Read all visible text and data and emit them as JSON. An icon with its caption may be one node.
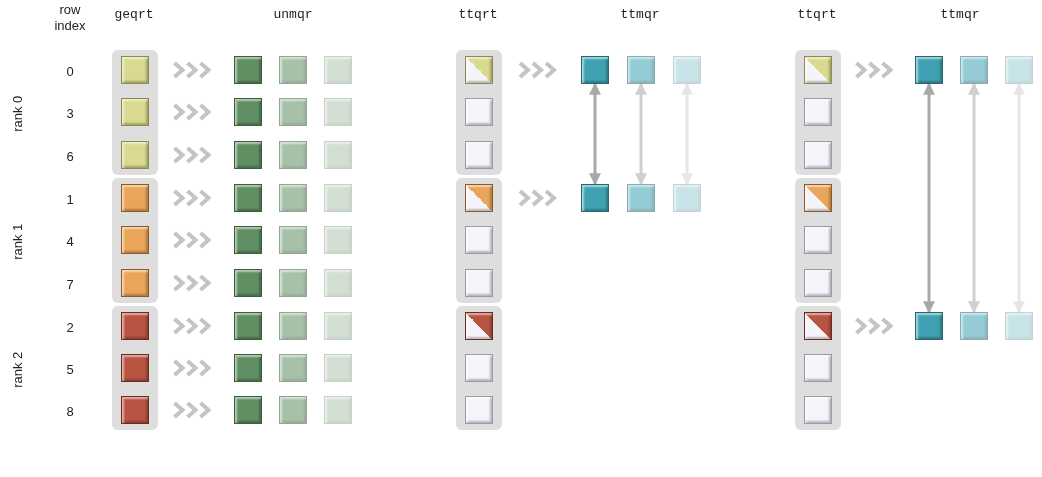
{
  "diagram": {
    "nodes": [
      {
        "text": [],
        "shape": "box"
      },
      {
        "text": [],
        "shape": "box",
        "in": 0
      },
      {
        "text": [],
        "shape": "box",
        "in": 0
      },
      {
        "text": [],
        "shape": "box",
        "in": 0
      },
      {
        "text": [],
        "shape": "box"
      },
      {
        "text": [],
        "shape": "box",
        "in": 4
      },
      {
        "text": [],
        "shape": "box",
        "in": 4
      },
      {
        "text": [],
        "shape": "box",
        "in": 4
      },
      {
        "text": [],
        "shape": "box"
      },
      {
        "text": [],
        "shape": "box",
        "in": 8
      },
      {
        "text": [],
        "shape": "box",
        "in": 8
      },
      {
        "text": [],
        "shape": "box",
        "in": 8
      },
      {
        "text": [],
        "shape": "box"
      },
      {
        "text": [],
        "shape": "box"
      },
      {
        "text": [],
        "shape": "box"
      },
      {
        "text": [],
        "shape": "box"
      },
      {
        "text": [],
        "shape": "box"
      },
      {
        "text": [],
        "shape": "box"
      },
      {
        "text": [],
        "shape": "box"
      },
      {
        "text": [],
        "shape": "box"
      },
      {
        "text": [],
        "shape": "box"
      },
      {
        "text": [],
        "shape": "box"
      },
      {
        "text": [],
        "shape": "box"
      },
      {
        "text": [],
        "shape": "box"
      },
      {
        "text": [],
        "shape": "box"
      },
      {
        "text": [],
        "shape": "box"
      },
      {
        "text": [],
        "shape": "box"
      },
      {
        "text": [],
        "shape": "box"
      },
      {
        "text": [],
        "shape": "box"
      },
      {
        "text": [],
        "shape": "box"
      },
      {
        "text": [],
        "shape": "box"
      },
      {
        "text": [],
        "shape": "box"
      },
      {
        "text": [],
        "shape": "box"
      },
      {
        "text": [],
        "shape": "box"
      },
      {
        "text": [],
        "shape": "box"
      },
      {
        "text": [],
        "shape": "box"
      },
      {
        "text": [],
        "shape": "box"
      },
      {
        "text": [],
        "shape": "box"
      },
      {
        "text": [],
        "shape": "box"
      },
      {
        "text": [],
        "shape": "box"
      },
      {
        "text": [],
        "shape": "box",
        "in": 39
      },
      {
        "text": [],
        "shape": "box",
        "in": 39
      },
      {
        "text": [],
        "shape": "box",
        "in": 39
      },
      {
        "text": [],
        "shape": "box"
      },
      {
        "text": [],
        "shape": "box",
        "in": 43
      },
      {
        "text": [],
        "shape": "box",
        "in": 43
      },
      {
        "text": [],
        "shape": "box",
        "in": 43
      },
      {
        "text": [],
        "shape": "box"
      },
      {
        "text": [],
        "shape": "box",
        "in": 47
      },
      {
        "text": [],
        "shape": "box",
        "in": 47
      },
      {
        "text": [],
        "shape": "box",
        "in": 47
      },
      {
        "text": [],
        "shape": "box"
      },
      {
        "text": [],
        "shape": "box"
      },
      {
        "text": [],
        "shape": "box"
      },
      {
        "text": [],
        "shape": "box"
      },
      {
        "text": [],
        "shape": "box"
      },
      {
        "text": [],
        "shape": "box"
      },
      {
        "text": [],
        "shape": "box"
      },
      {
        "text": [],
        "shape": "box",
        "in": 57
      },
      {
        "text": [],
        "shape": "box",
        "in": 57
      },
      {
        "text": [],
        "shape": "box",
        "in": 57
      },
      {
        "text": [],
        "shape": "box"
      },
      {
        "text": [],
        "shape": "box",
        "in": 61
      },
      {
        "text": [],
        "shape": "box",
        "in": 61
      },
      {
        "text": [],
        "shape": "box",
        "in": 61
      },
      {
        "text": [],
        "shape": "box"
      },
      {
        "text": [],
        "shape": "box",
        "in": 65
      },
      {
        "text": [],
        "shape": "box",
        "in": 65
      },
      {
        "text": [],
        "shape": "box",
        "in": 65
      },
      {
        "text": [],
        "shape": "box"
      },
      {
        "text": [],
        "shape": "box"
      },
      {
        "text": [],
        "shape": "box"
      },
      {
        "text": [],
        "shape": "box"
      },
      {
        "text": [],
        "shape": "box"
      },
      {
        "text": [],
        "shape": "box"
      }
    ],
    "edges": [
      {
        "from": 1,
        "to": 12,
        "arrow": "to"
      },
      {
        "from": 2,
        "to": 15,
        "arrow": "to"
      },
      {
        "from": 3,
        "to": 18,
        "arrow": "to"
      },
      {
        "from": 5,
        "to": 21,
        "arrow": "to"
      },
      {
        "from": 6,
        "to": 24,
        "arrow": "to"
      },
      {
        "from": 7,
        "to": 27,
        "arrow": "to"
      },
      {
        "from": 9,
        "to": 30,
        "arrow": "to"
      },
      {
        "from": 10,
        "to": 33,
        "arrow": "to"
      },
      {
        "from": 11,
        "to": 36,
        "arrow": "to"
      },
      {
        "from": 40,
        "to": 51,
        "arrow": "to"
      },
      {
        "from": 44,
        "to": 54,
        "arrow": "to"
      },
      {
        "from": 58,
        "to": 69,
        "arrow": "to"
      },
      {
        "from": 66,
        "to": 72,
        "arrow": "to"
      },
      {
        "from": 51,
        "to": 54,
        "arrow": "both"
      },
      {
        "from": 52,
        "to": 55,
        "arrow": "both"
      },
      {
        "from": 53,
        "to": 56,
        "arrow": "both"
      },
      {
        "from": 69,
        "to": 72,
        "arrow": "both"
      },
      {
        "from": 70,
        "to": 73,
        "arrow": "both"
      },
      {
        "from": 71,
        "to": 74,
        "arrow": "both"
      }
    ],
    "labels": [
      "row index",
      "geqrt",
      "unmqr",
      "ttqrt",
      "ttmqr",
      "ttqrt",
      "ttmqr",
      "0",
      "3",
      "6",
      "1",
      "4",
      "7",
      "2",
      "5",
      "8",
      "rank 0",
      "rank 1",
      "rank 2"
    ]
  }
}
